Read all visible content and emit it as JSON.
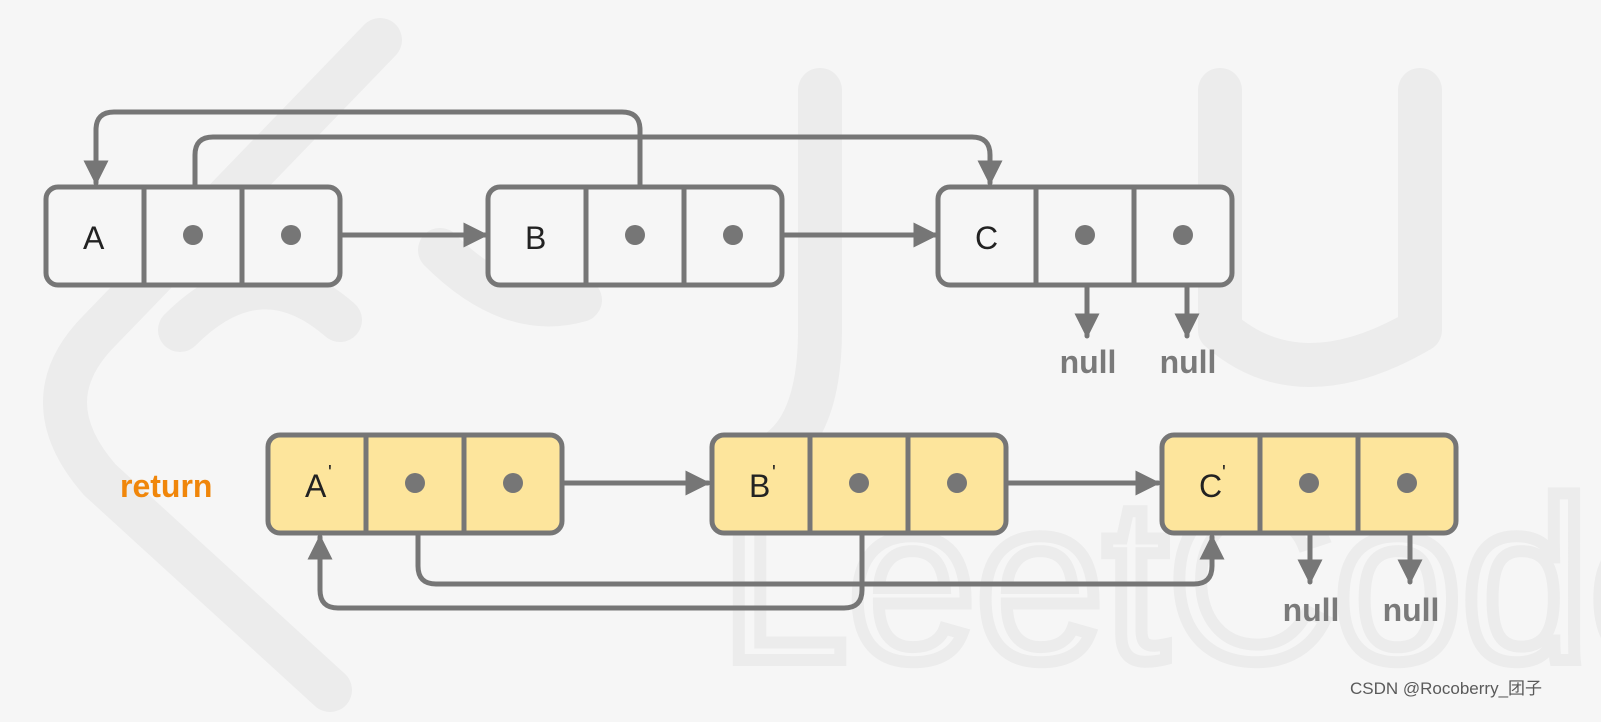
{
  "colors": {
    "background": "#f6f6f6",
    "stroke": "#767676",
    "original_fill": "#f6f6f6",
    "copy_fill": "#fde59c",
    "return_label": "#f0860a",
    "logo": "#ececec"
  },
  "labels": {
    "return": "return",
    "null": "null",
    "prime": "'",
    "logo_text": "LeetCode",
    "watermark": "CSDN @Rocoberry_团子"
  },
  "original_list": [
    {
      "val": "A",
      "random": "C",
      "next": "B"
    },
    {
      "val": "B",
      "random": "A",
      "next": "C"
    },
    {
      "val": "C",
      "random": "null",
      "next": "null"
    }
  ],
  "copied_list": [
    {
      "val": "A",
      "random": "C",
      "next": "B"
    },
    {
      "val": "B",
      "random": "A",
      "next": "C"
    },
    {
      "val": "C",
      "random": "null",
      "next": "null"
    }
  ]
}
